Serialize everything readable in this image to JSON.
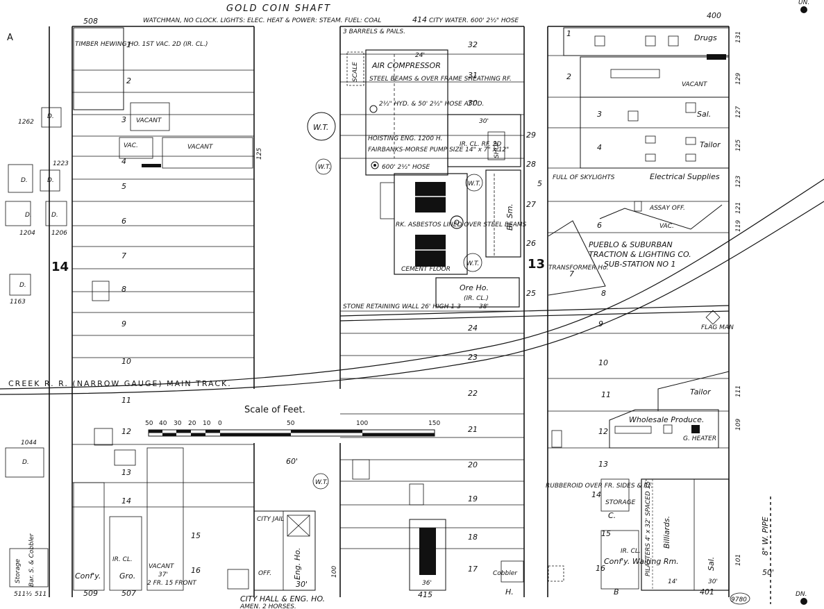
{
  "title": "GOLD COIN SHAFT",
  "header_note": "WATCHMAN, NO CLOCK. LIGHTS: ELEC. HEAT & POWER: STEAM. FUEL: COAL",
  "header_addr": "414",
  "header_water": "CITY WATER. 600' 2½\" HOSE",
  "corner_nums": {
    "top_left": "508",
    "top_right": "400",
    "bottom_right": "401"
  },
  "block_numbers": {
    "left": "14",
    "right": "13"
  },
  "streets": {
    "railroad": "CREEK R. R. (NARROW GAUGE) MAIN TRACK.",
    "bottom": "CITY HALL & ENG. HO.",
    "bottom_sub": "AMEN. 2 HORSES."
  },
  "left_block": {
    "lots": [
      "1",
      "2",
      "3",
      "4",
      "5",
      "6",
      "7",
      "8",
      "9",
      "10",
      "11",
      "12",
      "13",
      "14",
      "15",
      "16"
    ],
    "labels": {
      "timber": "TIMBER HEWING HO. 1ST VAC. 2D (IR. CL.)",
      "vacant1": "VACANT",
      "vac": "VAC.",
      "vacant2": "VACANT",
      "vacant3": "VACANT",
      "vacant3_sub": "37'",
      "confy": "Conf'y.",
      "gro": "Gro.",
      "ircl": "IR. CL.",
      "frame_front": "2 FR. 15 FRONT"
    },
    "addr_bottom": [
      "509",
      "507"
    ],
    "side_num": "125"
  },
  "far_left": {
    "nums": [
      "1262",
      "1223",
      "1204",
      "1206",
      "1163",
      "1044"
    ],
    "dwelling": "D.",
    "storage": "Storage",
    "barber": "Bar. S. & Cobbler",
    "addr": [
      "511½",
      "511"
    ]
  },
  "middle_block": {
    "lots": [
      "32",
      "31",
      "30",
      "29",
      "28",
      "27",
      "26",
      "25",
      "24",
      "23",
      "22",
      "21",
      "20",
      "19",
      "18",
      "17"
    ],
    "barrels": "3 BARRELS & PAILS.",
    "compressor": "AIR COMPRESSOR",
    "steel_beams": "STEEL BEAMS & OVER FRAME SHEATHING RF.",
    "hydrant": "2½\" HYD. & 50' 2½\" HOSE ATT'D.",
    "hoisting": "HOISTING ENG. 1200 H.",
    "fairbanks": "FAIRBANKS-MORSE PUMP SIZE 14\" x 7\" x 12\"",
    "hose": "600' 2½\" HOSE",
    "scale_lbl": "SCALE",
    "shop_lbl": "SHOP",
    "ircl": "IR. CL. RF. 2D",
    "blsm": "Bl. Sm.",
    "rk_asbestos": "RK. ASBESTOS LINED OVER STEEL BEAMS",
    "cement": "CEMENT FLOOR",
    "ore": "Ore Ho.",
    "ore_sub": "(IR. CL.)",
    "wall": "STONE RETAINING WALL 26' HIGH 1-3",
    "wt": "W.T.",
    "dims": [
      "24'",
      "30'",
      "30'",
      "38'",
      "60'",
      "36'"
    ],
    "city_jail": "CITY JAIL",
    "eng_ho": "Eng. Ho.",
    "off": "OFF.",
    "side_num": "100",
    "addr_bottom": "415",
    "cobbler": "Cobbler",
    "h": "H."
  },
  "right_block": {
    "lots": [
      "1",
      "2",
      "3",
      "4",
      "5",
      "6",
      "7",
      "8",
      "9",
      "10",
      "11",
      "12",
      "13",
      "14",
      "15",
      "16"
    ],
    "labels": {
      "drugs": "Drugs",
      "vacant": "VACANT",
      "sal": "Sal.",
      "tailor": "Tailor",
      "electrical": "Electrical Supplies",
      "skylights": "FULL OF SKYLIGHTS",
      "assay": "ASSAY OFF.",
      "vac": "VAC.",
      "pueblo1": "PUEBLO & SUBURBAN",
      "pueblo2": "TRACTION & LIGHTING CO.",
      "pueblo3": "SUB-STATION NO 1",
      "transformer": "TRANSFORMER Ho.",
      "flag": "FLAG MAN",
      "tailor2": "Tailor",
      "wholesale": "Wholesale Produce.",
      "heater": "G. HEATER",
      "rubberoid": "RUBBEROID OVER FR. SIDES & RF.",
      "storage": "STORAGE",
      "c": "C.",
      "billiards": "Billiards.",
      "sal2": "Sal.",
      "confy": "Conf'y. Waiting Rm.",
      "pilasters": "PILASTERS 4' x 32' SPACED 15'",
      "b": "B",
      "ircl": "IR. CL.",
      "dim14": "14'",
      "dim30": "30'"
    },
    "side_nums": [
      "131",
      "129",
      "127",
      "125",
      "123",
      "121",
      "119",
      "111",
      "109",
      "101"
    ]
  },
  "pipe": "8\" W. PIPE",
  "pipe_dist": "50'",
  "page_num": "9780",
  "compass": {
    "top": "UN.",
    "bottom": "DN."
  },
  "scale": {
    "title": "Scale of Feet.",
    "ticks": [
      "50",
      "40",
      "30",
      "20",
      "10",
      "0",
      "50",
      "100",
      "150"
    ]
  }
}
